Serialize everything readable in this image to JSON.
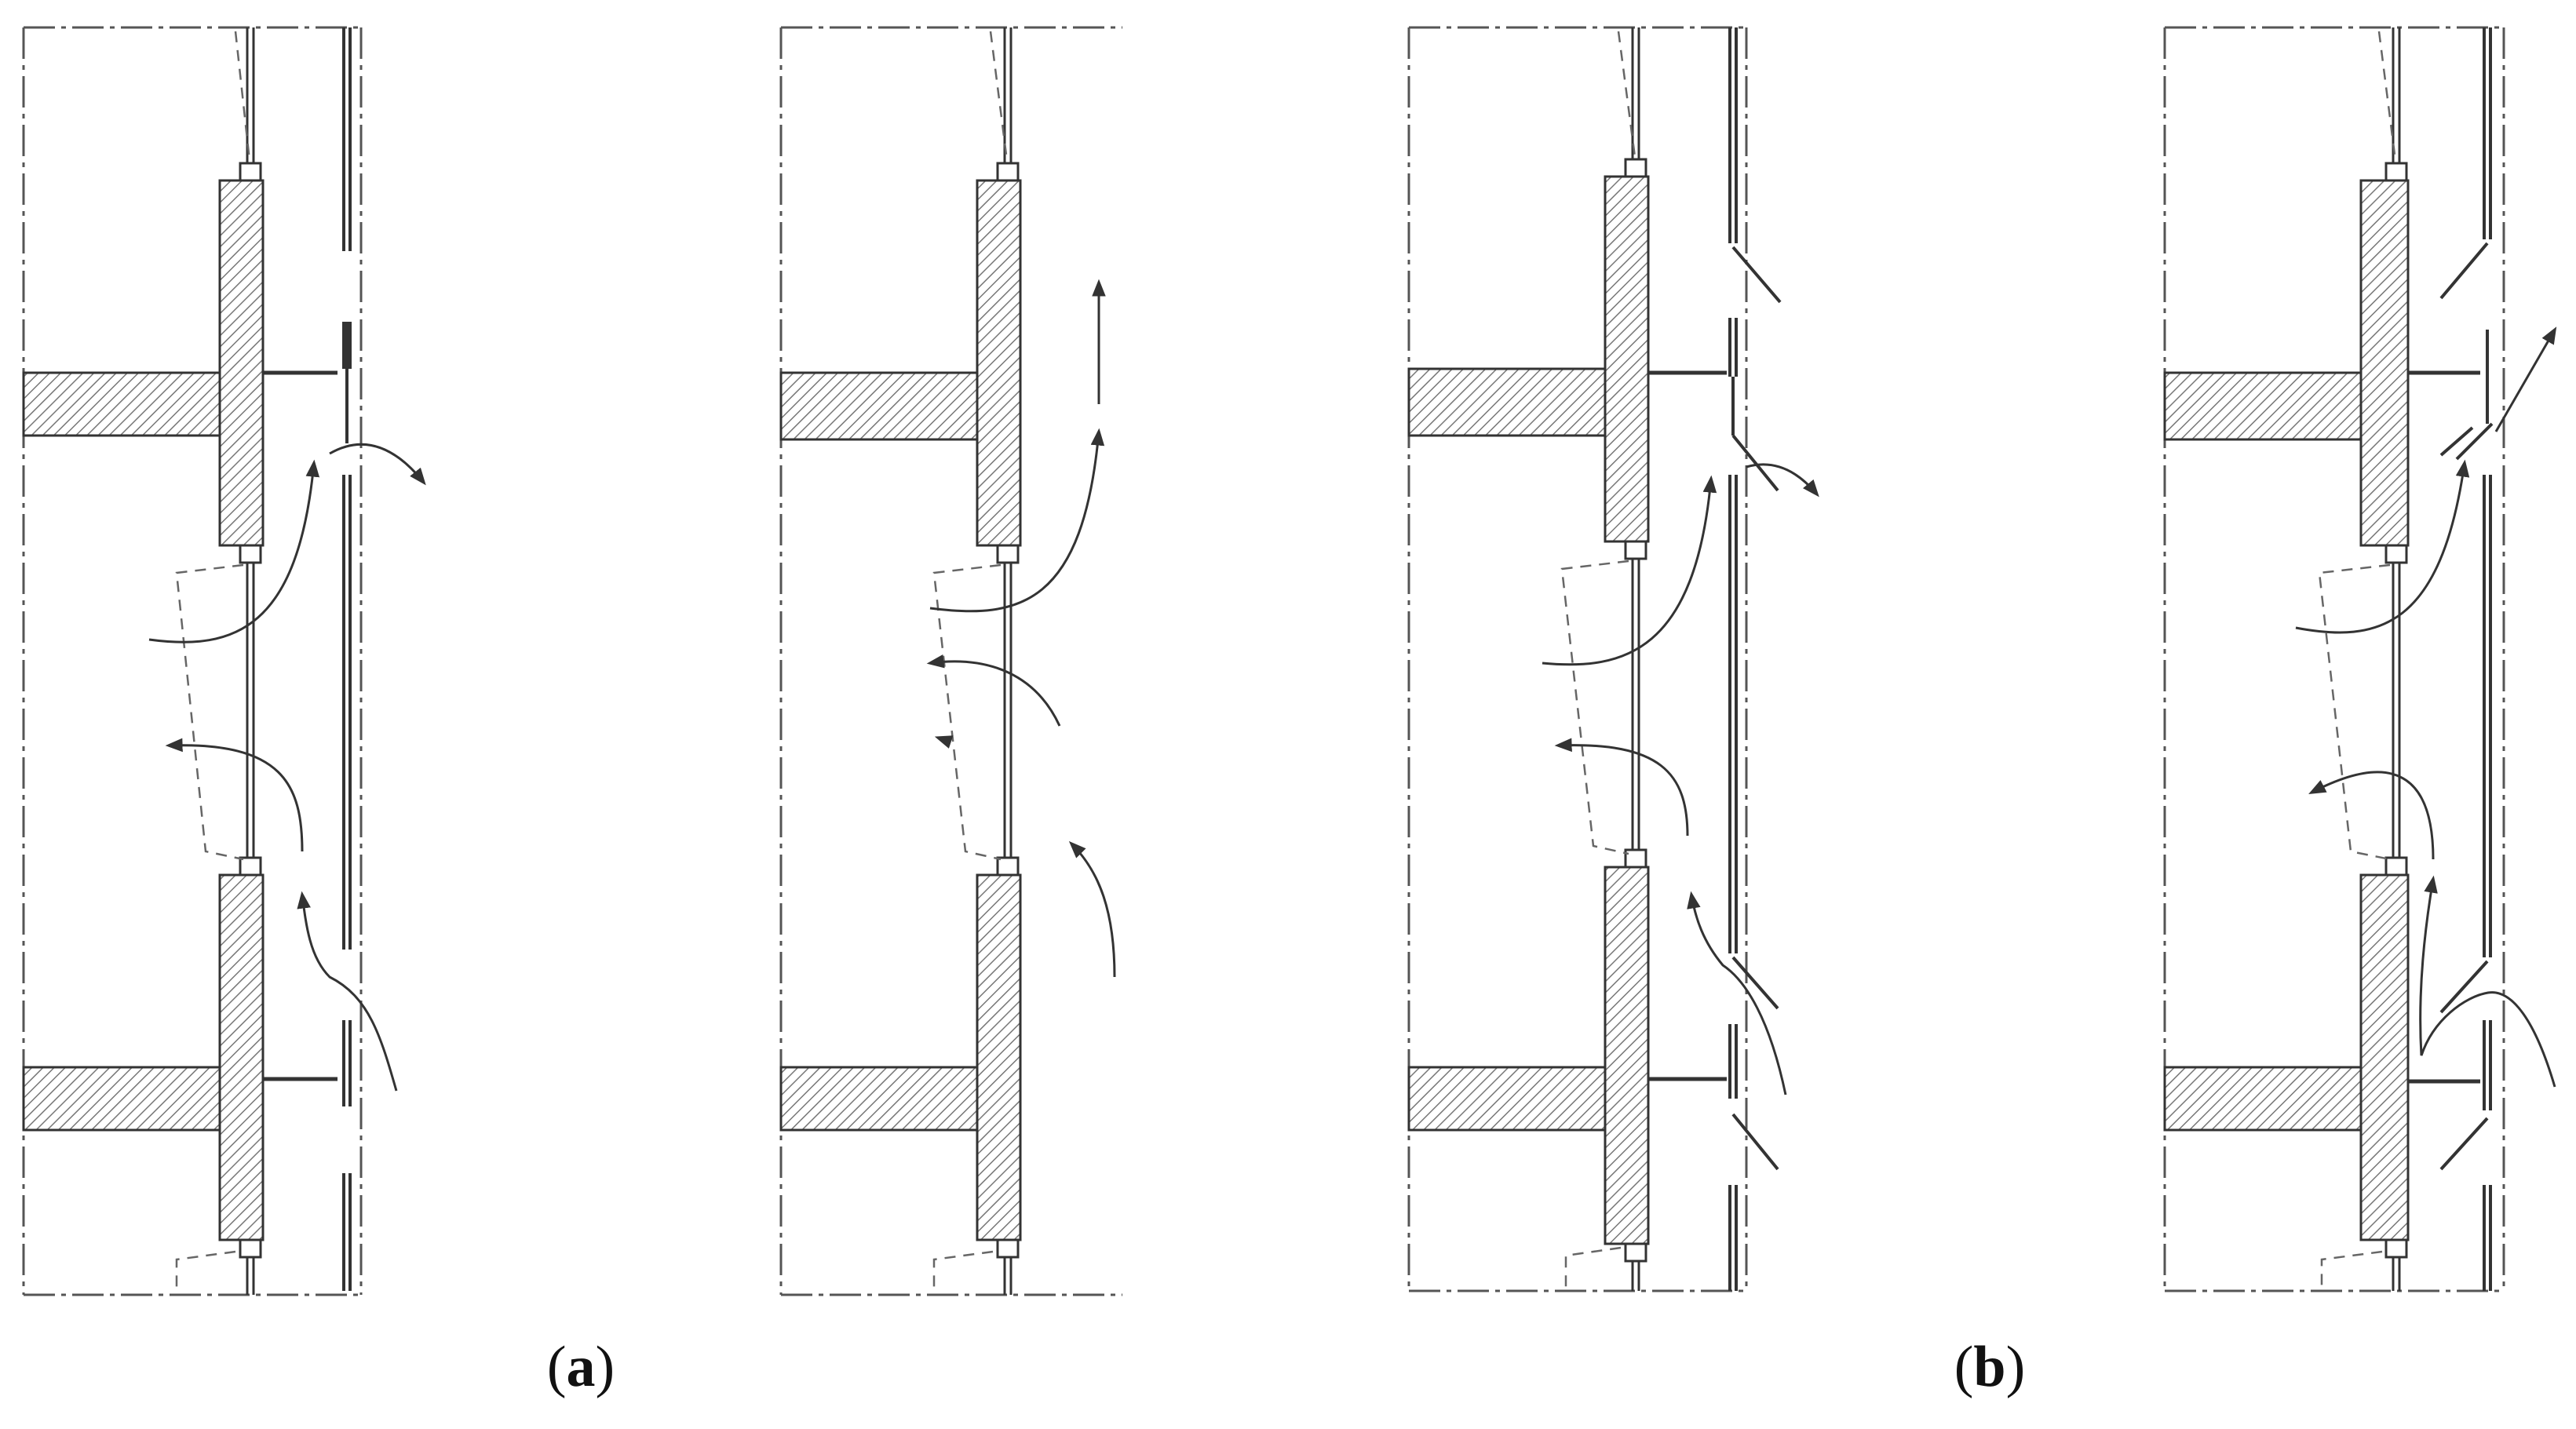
{
  "figure": {
    "panels": [
      {
        "id": "a1",
        "group": "a",
        "variant": "fixed-flap-intake-exhaust"
      },
      {
        "id": "a2",
        "group": "a",
        "variant": "fixed-flap-stack-flow"
      },
      {
        "id": "b1",
        "group": "b",
        "variant": "angled-louver-intake-exhaust"
      },
      {
        "id": "b2",
        "group": "b",
        "variant": "angled-louver-crossflow"
      }
    ]
  },
  "captions": {
    "a": {
      "open": "(",
      "letter": "a",
      "close": ")"
    },
    "b": {
      "open": "(",
      "letter": "b",
      "close": ")"
    }
  },
  "colors": {
    "line": "#333333",
    "hatch": "#777777",
    "arrow": "#333333",
    "border": "#555555"
  }
}
